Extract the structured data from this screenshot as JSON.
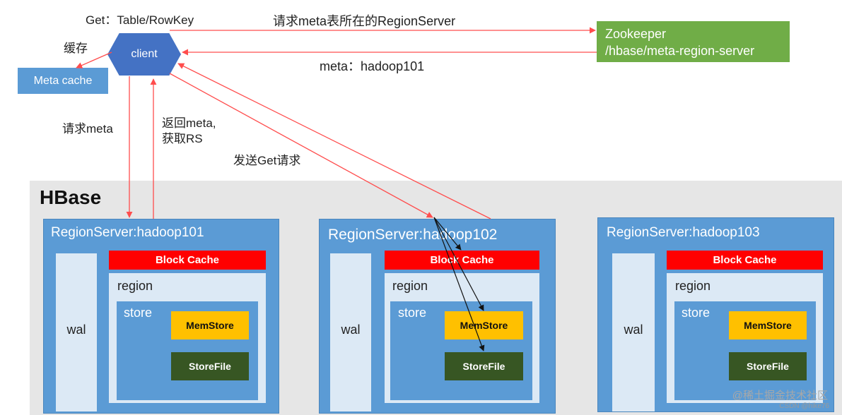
{
  "labels": {
    "get_request": "Get：Table/RowKey",
    "cache_label": "缓存",
    "request_meta_rs": "请求meta表所在的RegionServer",
    "meta_reply": "meta：hadoop101",
    "request_meta": "请求meta",
    "return_meta_line1": "返回meta,",
    "return_meta_line2": "获取RS",
    "send_get": "发送Get请求"
  },
  "client": {
    "label": "client"
  },
  "meta_cache": {
    "label": "Meta cache"
  },
  "zookeeper": {
    "line1": "Zookeeper",
    "line2": "/hbase/meta-region-server"
  },
  "hbase": {
    "title": "HBase"
  },
  "region_servers": [
    {
      "label": "RegionServer:hadoop101",
      "wal": "wal",
      "block_cache": "Block Cache",
      "region": "region",
      "store": "store",
      "memstore": "MemStore",
      "storefile": "StoreFile"
    },
    {
      "label": "RegionServer:hadoop102",
      "wal": "wal",
      "block_cache": "Block Cache",
      "region": "region",
      "store": "store",
      "memstore": "MemStore",
      "storefile": "StoreFile"
    },
    {
      "label": "RegionServer:hadoop103",
      "wal": "wal",
      "block_cache": "Block Cache",
      "region": "region",
      "store": "store",
      "memstore": "MemStore",
      "storefile": "StoreFile"
    }
  ],
  "watermark": {
    "line1": "@稀土掘金技术社区",
    "line2": "CSDN @hike76"
  },
  "colors": {
    "arrow_red": "#ff4d4d",
    "arrow_black": "#111111",
    "server_blue": "#5b9bd5",
    "zookeeper_green": "#70ad47",
    "block_cache_red": "#ff0000",
    "memstore_yellow": "#ffc000",
    "storefile_green": "#375623"
  }
}
